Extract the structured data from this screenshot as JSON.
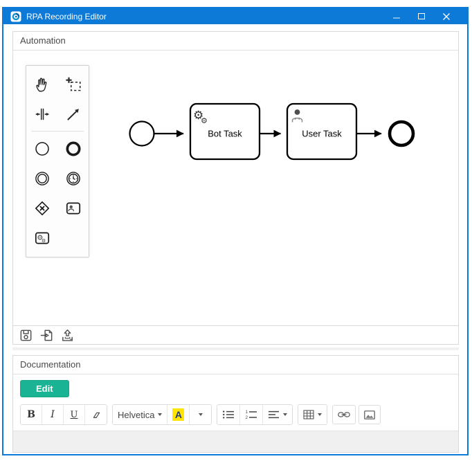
{
  "window": {
    "title": "RPA Recording Editor",
    "controls": [
      "minimize",
      "maximize",
      "close"
    ]
  },
  "icons": {
    "gear": "⚙",
    "app_logo": "app-logo-icon",
    "palette": [
      "hand-tool-icon",
      "lasso-tool-icon",
      "space-tool-icon",
      "global-connect-tool-icon",
      "start-event-icon",
      "end-event-icon",
      "intermediate-event-icon",
      "timer-intermediate-event-icon",
      "exclusive-gateway-icon",
      "user-task-icon",
      "bot-task-icon"
    ],
    "footer": [
      "save-icon",
      "import-icon",
      "export-icon"
    ],
    "rte": [
      "bold",
      "italic",
      "underline",
      "clear-formatting-eraser-icon",
      "font-family-dropdown",
      "font-color-icon",
      "color-caret",
      "unordered-list-icon",
      "ordered-list-icon",
      "paragraph-align-icon",
      "table-icon",
      "link-icon",
      "picture-icon"
    ]
  },
  "colors": {
    "titlebar_blue": "#0d7ad8",
    "window_border_blue": "#0d7ad8",
    "edit_button_teal": "#1ab394",
    "highlight_yellow": "#ffe500",
    "color_letter_navy": "#253b80",
    "panel_border_gray": "#d9d9d9",
    "editor_area_gray": "#f0f0f0"
  },
  "automation": {
    "title": "Automation",
    "diagram": {
      "nodes": [
        {
          "type": "start-event",
          "label": ""
        },
        {
          "type": "bot-task",
          "label": "Bot Task"
        },
        {
          "type": "user-task",
          "label": "User Task"
        },
        {
          "type": "end-event",
          "label": ""
        }
      ],
      "flows": [
        {
          "from": "start-event",
          "to": "bot-task"
        },
        {
          "from": "bot-task",
          "to": "user-task"
        },
        {
          "from": "user-task",
          "to": "end-event"
        }
      ]
    },
    "footer_actions": [
      "save",
      "import",
      "export"
    ]
  },
  "documentation": {
    "title": "Documentation",
    "edit_button": "Edit",
    "editor_content": "",
    "toolbar": {
      "bold": "B",
      "italic": "I",
      "underline": "U",
      "font_family": "Helvetica",
      "color_letter": "A"
    }
  }
}
